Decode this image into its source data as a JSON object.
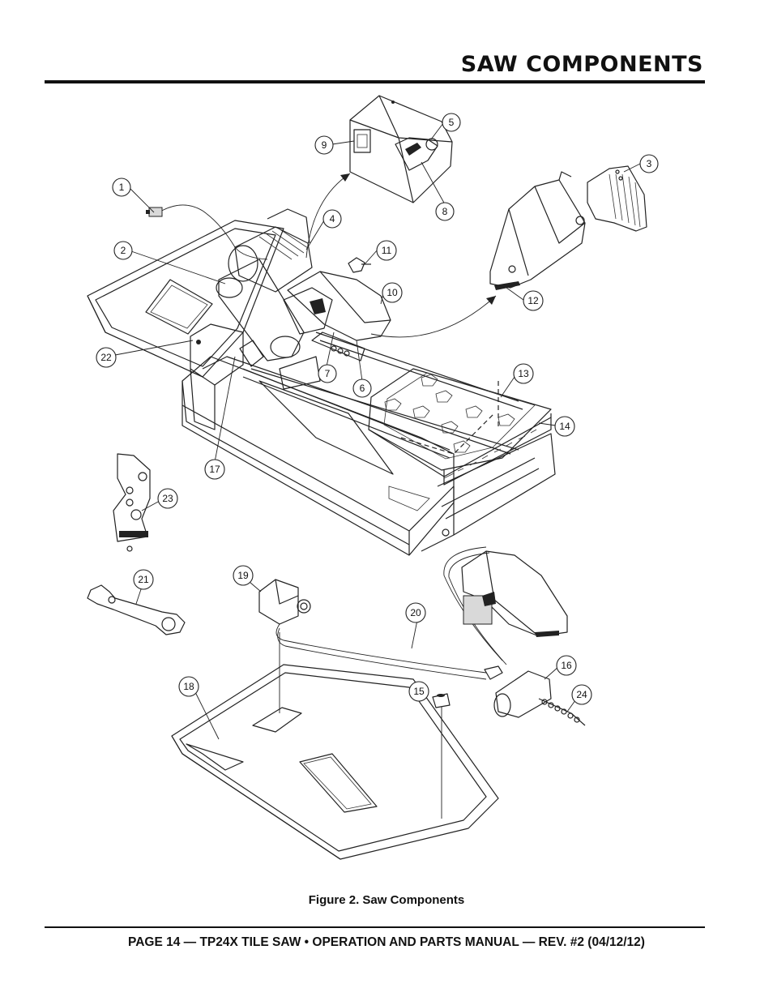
{
  "header": {
    "title": "SAW COMPONENTS"
  },
  "figure": {
    "caption": "Figure 2. Saw Components",
    "callouts": [
      {
        "label": "1"
      },
      {
        "label": "2"
      },
      {
        "label": "3"
      },
      {
        "label": "4"
      },
      {
        "label": "5"
      },
      {
        "label": "6"
      },
      {
        "label": "7"
      },
      {
        "label": "8"
      },
      {
        "label": "9"
      },
      {
        "label": "10"
      },
      {
        "label": "11"
      },
      {
        "label": "12"
      },
      {
        "label": "13"
      },
      {
        "label": "14"
      },
      {
        "label": "15"
      },
      {
        "label": "16"
      },
      {
        "label": "17"
      },
      {
        "label": "18"
      },
      {
        "label": "19"
      },
      {
        "label": "20"
      },
      {
        "label": "21"
      },
      {
        "label": "22"
      },
      {
        "label": "23"
      },
      {
        "label": "24"
      }
    ]
  },
  "footer": {
    "text": "PAGE 14 — TP24X TILE SAW • OPERATION AND PARTS MANUAL — REV. #2 (04/12/12)"
  }
}
